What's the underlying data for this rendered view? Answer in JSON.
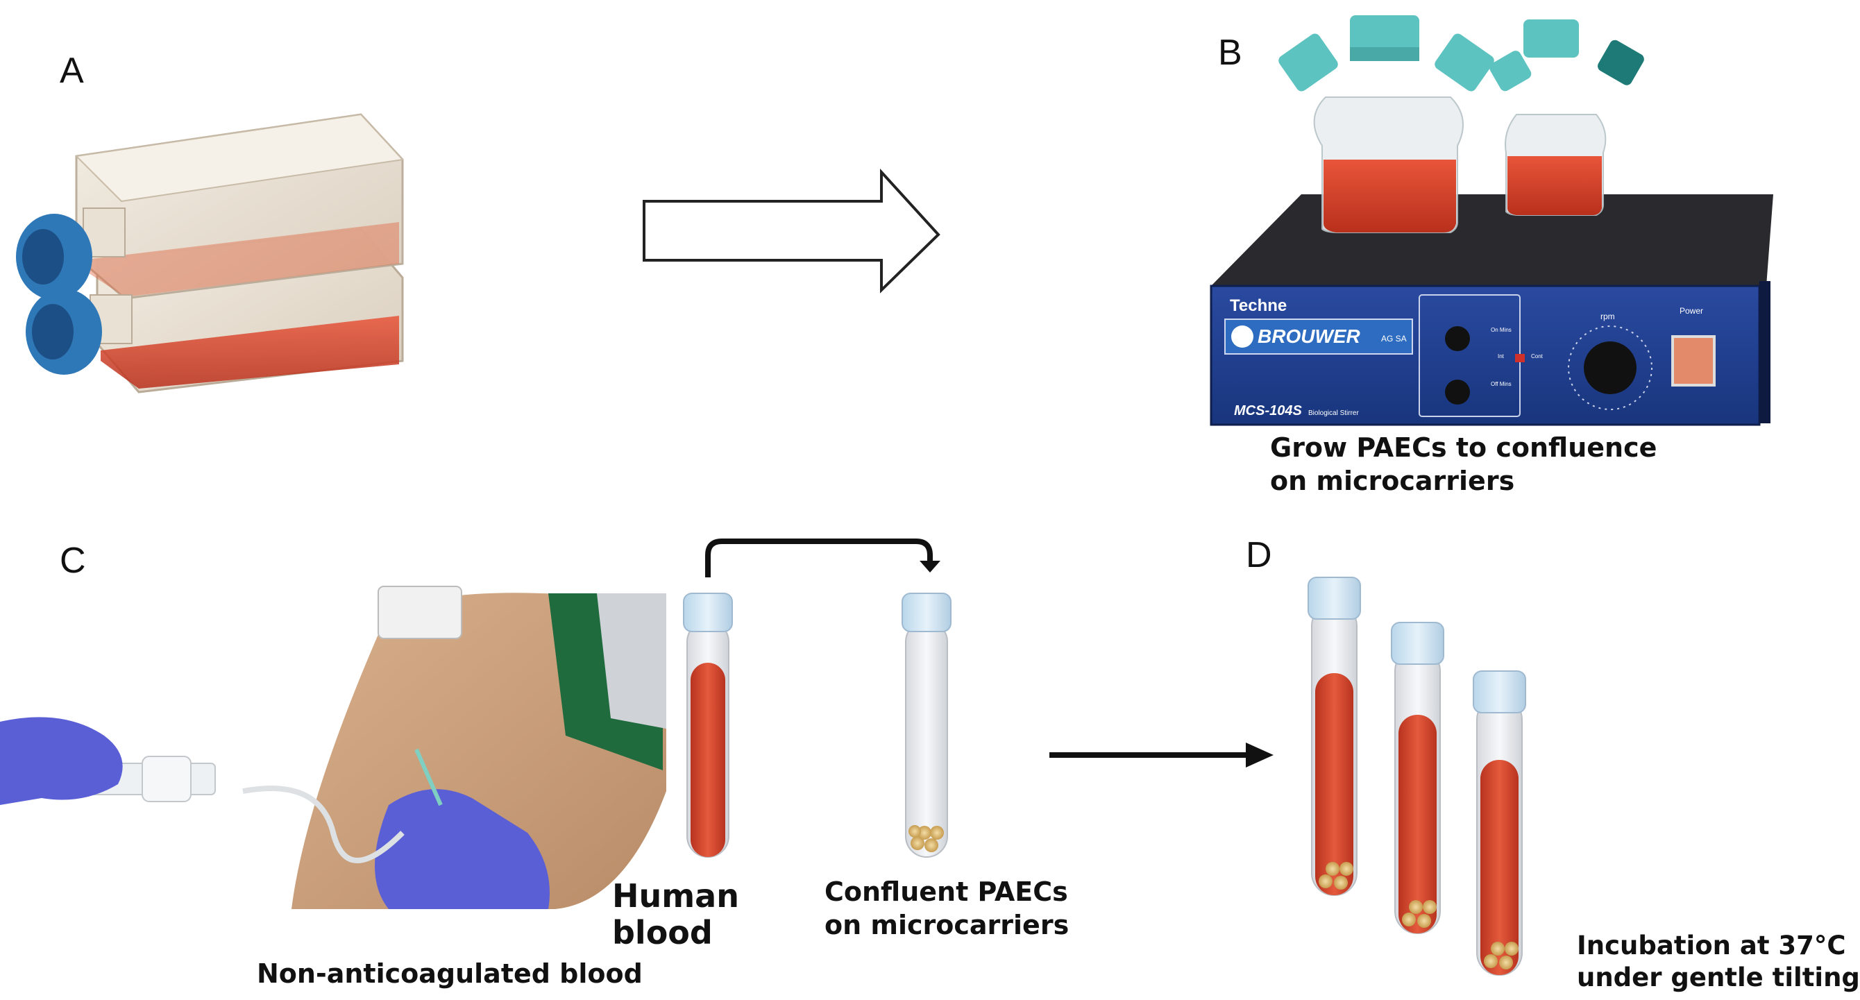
{
  "panels": {
    "a": {
      "label": "A"
    },
    "b": {
      "label": "B"
    },
    "c": {
      "label": "C"
    },
    "d": {
      "label": "D"
    }
  },
  "device": {
    "brand": "Techne",
    "maker": "BROUWER",
    "maker_suffix": "AG SA",
    "model": "MCS-104S",
    "model_desc": "Biological Stirrer",
    "rpm_label": "rpm",
    "power_label": "Power",
    "on_mins": "On Mins",
    "off_mins": "Off Mins",
    "int_label": "Int",
    "cont_label": "Cont"
  },
  "captions": {
    "grow_line1": "Grow PAECs to confluence",
    "grow_line2": "on microcarriers",
    "non_anticoagulated": "Non-anticoagulated blood",
    "human_blood_line1": "Human",
    "human_blood_line2": "blood",
    "confluent_line1": "Confluent PAECs",
    "confluent_line2": "on microcarriers",
    "incubation_line1": "Incubation at 37°C",
    "incubation_line2": "under gentle tilting"
  },
  "colors": {
    "medium_red": "#d9452a",
    "cap_teal": "#5cc3c0",
    "cap_blue": "#2f78b8",
    "stirrer_blue": "#1f3f8f",
    "glove": "#5a5fd6",
    "bead": "#d9b978"
  }
}
